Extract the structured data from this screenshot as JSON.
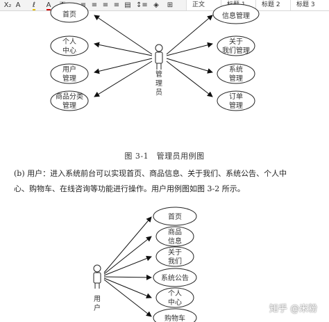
{
  "toolbar": {
    "styles": [
      "正文",
      "标题 1",
      "标题 2",
      "标题 3"
    ]
  },
  "diagram1": {
    "actor": "管理员",
    "left_nodes": [
      "首页",
      "个人中心",
      "用户管理",
      "商品分类管理"
    ],
    "right_nodes": [
      "信息管理",
      "关于我们管理",
      "系统管理",
      "订单管理"
    ]
  },
  "caption": "图 3-1　管理员用例图",
  "paragraph": {
    "line1": "(b) 用户：进入系统前台可以实现首页、商品信息、关于我们、系统公告、个人中",
    "line2": "心、购物车、在线咨询等功能进行操作。用户用例图如图 3-2 所示。"
  },
  "diagram2": {
    "actor": "用户",
    "nodes": [
      "首页",
      "商品信息",
      "关于我们",
      "系统公告",
      "个人中心",
      "购物车"
    ]
  },
  "watermark": "知乎 @米粉"
}
